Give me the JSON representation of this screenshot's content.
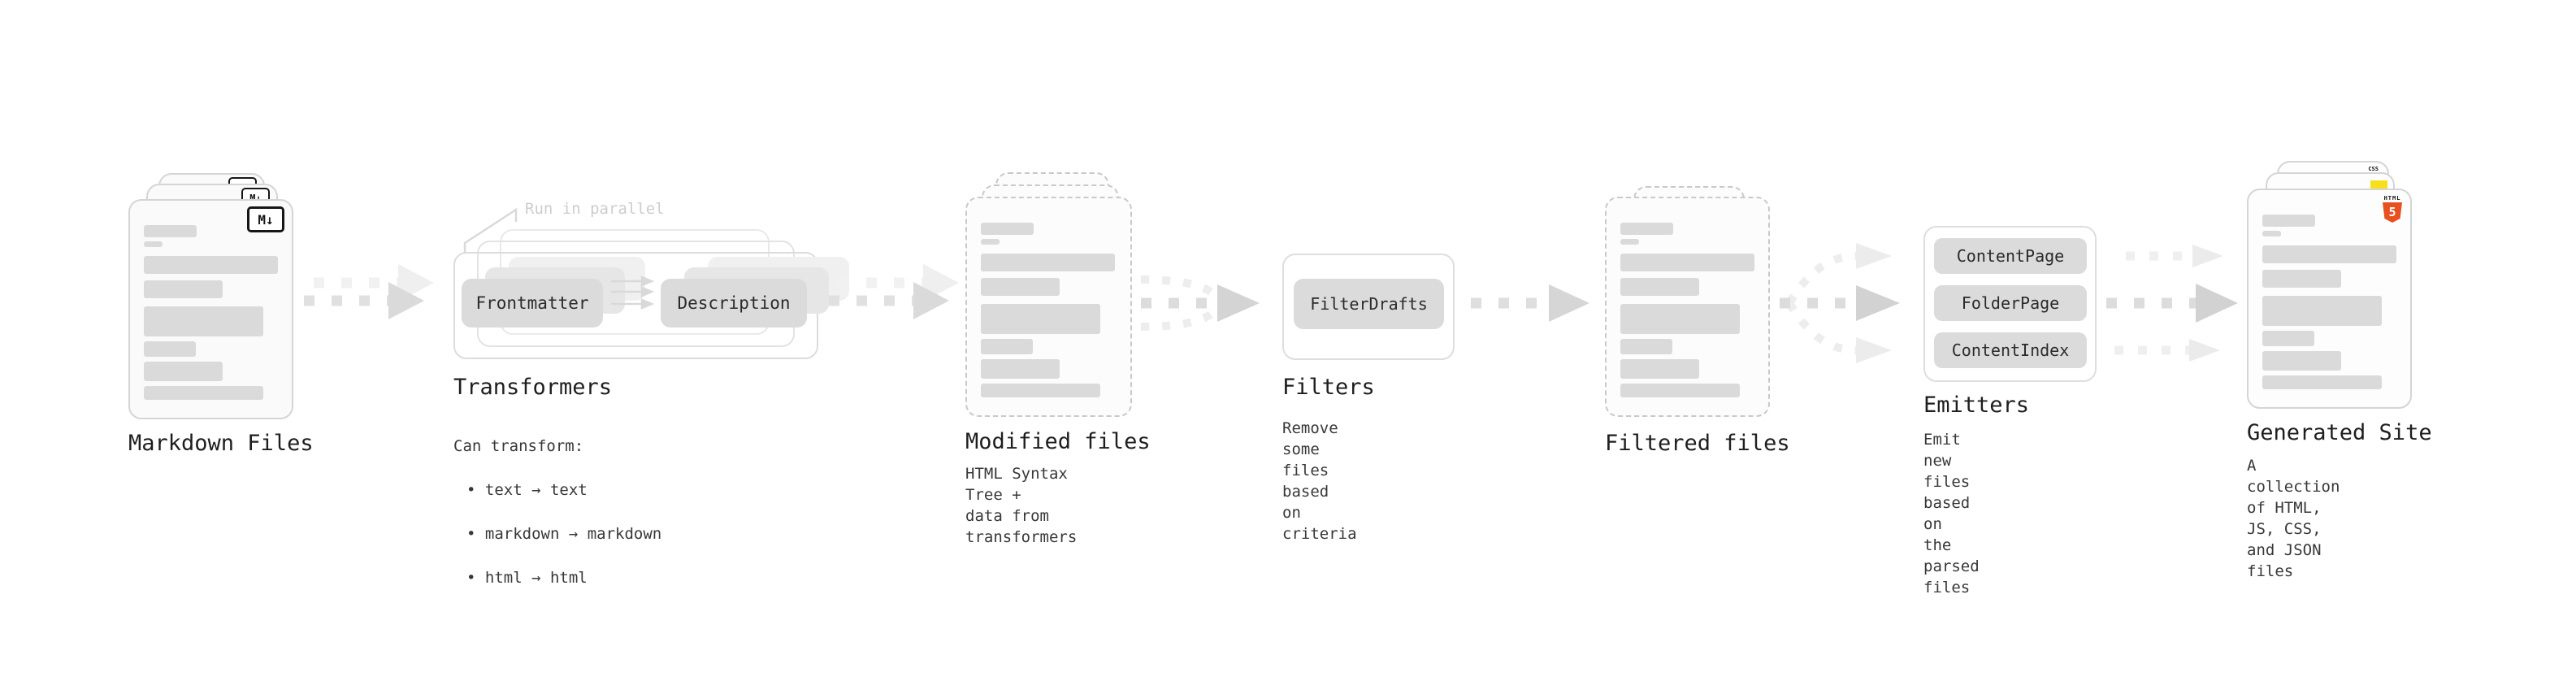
{
  "nodes": {
    "markdown_files": {
      "label": "Markdown Files",
      "file_icon_text": "M↓"
    },
    "transformers": {
      "label": "Transformers",
      "annotation": "Run in parallel",
      "box_1": "Frontmatter",
      "box_2": "Description",
      "description_heading": "Can transform:",
      "bullet_1": "• text → text",
      "bullet_2": "• markdown → markdown",
      "bullet_3": "• html → html"
    },
    "modified_files": {
      "label": "Modified files",
      "description": "HTML Syntax Tree +\ndata from transformers"
    },
    "filters": {
      "label": "Filters",
      "box_1": "FilterDrafts",
      "description": "Remove some files based\non criteria"
    },
    "filtered_files": {
      "label": "Filtered files"
    },
    "emitters": {
      "label": "Emitters",
      "box_1": "ContentPage",
      "box_2": "FolderPage",
      "box_3": "ContentIndex",
      "description": "Emit new files based on\nthe parsed files"
    },
    "generated_site": {
      "label": "Generated Site",
      "description": "A collection of HTML,\nJS, CSS, and JSON files",
      "html5_badge_text": "HTML",
      "html5_badge_number": "5",
      "css_badge_text": "CSS"
    }
  },
  "colors": {
    "html5_orange": "#e8501f",
    "js_yellow": "#f7df1e",
    "css_blue": "#2965f1",
    "card_border": "#d5d5d5",
    "bar_gray": "#dadada",
    "pill_gray": "#dbdbdb",
    "arrow_gray": "#e0e0e0",
    "faint_gray": "#cdcdcd"
  }
}
